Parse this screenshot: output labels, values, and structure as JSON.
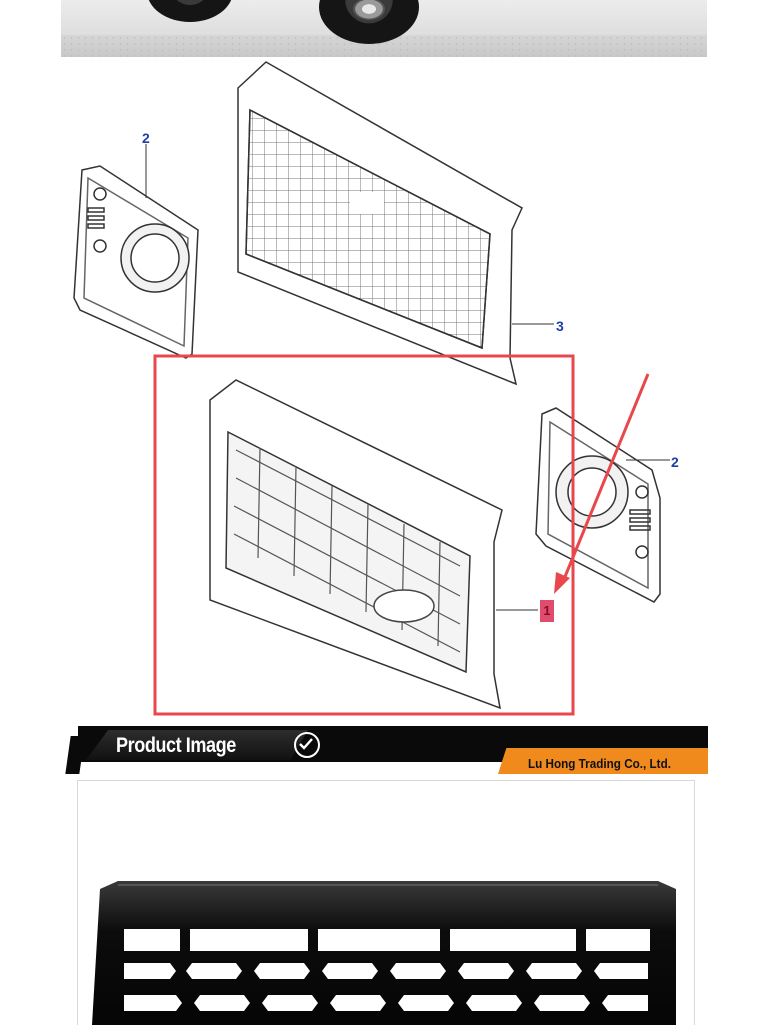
{
  "diagram": {
    "callouts": {
      "left_bezel": "2",
      "old_grille": "3",
      "right_bezel": "2",
      "new_grille": "1"
    },
    "highlight_color": "#e8474c"
  },
  "banner": {
    "title": "Product Image",
    "company": "Lu Hong Trading Co., Ltd.",
    "accent_color": "#f08a1c"
  },
  "icons": {
    "check": "check-circle-icon"
  }
}
